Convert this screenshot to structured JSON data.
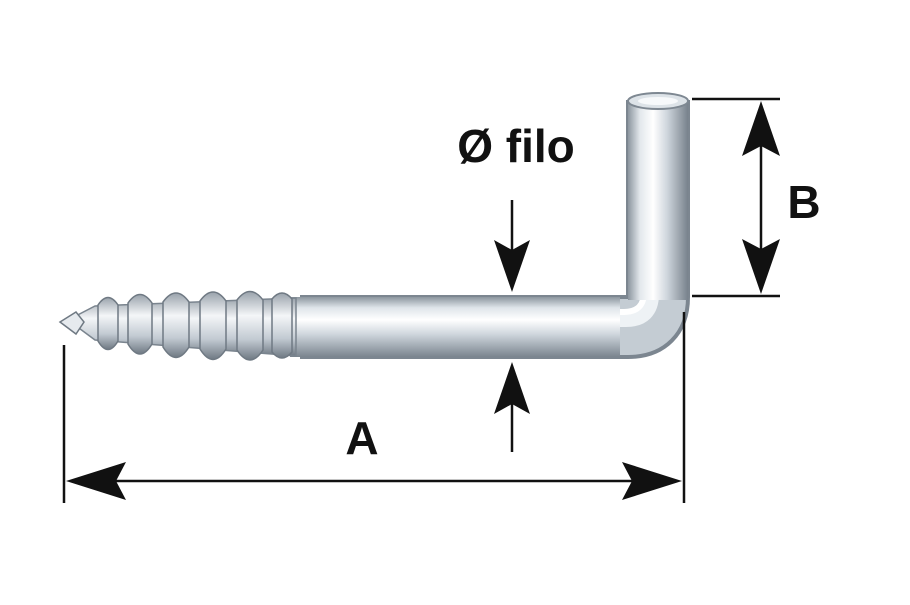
{
  "labels": {
    "wire_diameter": "Ø filo",
    "length": "A",
    "height": "B"
  },
  "colors": {
    "ink": "#111111",
    "metal_light": "#f2f5f8",
    "metal_mid": "#c9d1d9",
    "metal_dark": "#7e8892",
    "background": "#ffffff"
  }
}
